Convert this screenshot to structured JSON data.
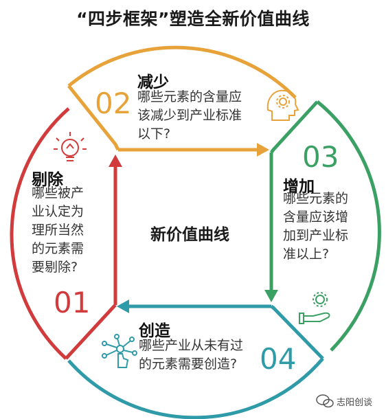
{
  "title": "“四步框架”塑造全新价值曲线",
  "center": "新价值曲线",
  "colors": {
    "orange": "#E8A23A",
    "green": "#3BA063",
    "red": "#D23B3B",
    "teal": "#2F9AA8"
  },
  "steps": {
    "reduce": {
      "num": "02",
      "head": "减少",
      "body": [
        "哪些元素的含量应",
        "该减少到产业标准",
        "以下?"
      ],
      "icon": "head-gear-icon"
    },
    "increase": {
      "num": "03",
      "head": "增加",
      "body": [
        "哪些元素的",
        "含量应该增",
        "加到产业标",
        "准以上?"
      ],
      "icon": "hand-gear-icon"
    },
    "create": {
      "num": "04",
      "head": "创造",
      "body": [
        "哪些产业从未有过",
        "的元素需要创造?"
      ],
      "icon": "touch-network-icon"
    },
    "eliminate": {
      "num": "01",
      "head": "剔除",
      "body": [
        "哪些被产",
        "业认定为",
        "理所当然",
        "的元素需",
        "要剔除?"
      ],
      "icon": "lightbulb-icon"
    }
  },
  "watermark": "志阳创谈"
}
